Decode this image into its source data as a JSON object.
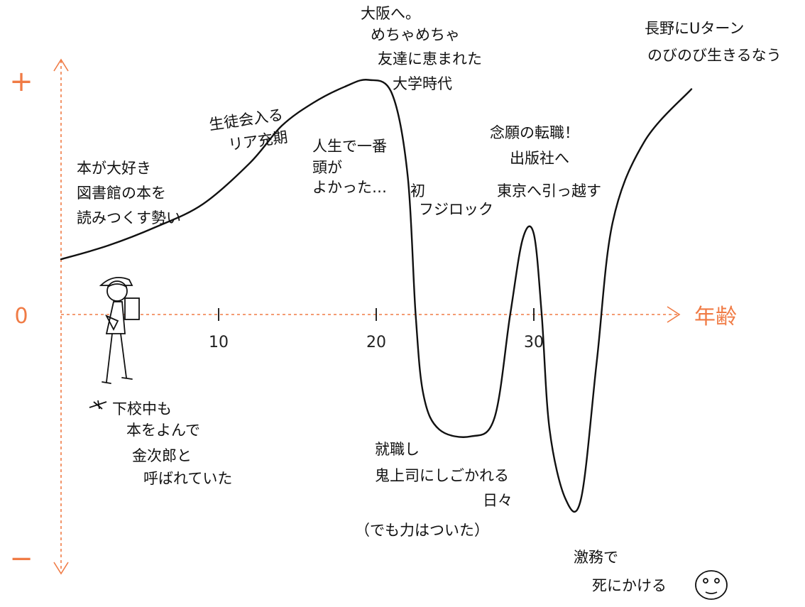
{
  "colors": {
    "axis": "#f07b45",
    "ink": "#111111"
  },
  "chart_data": {
    "type": "line",
    "xlabel": "年齢",
    "ylabel_top": "+",
    "ylabel_zero": "0",
    "ylabel_bottom": "−",
    "xlim": [
      0,
      40
    ],
    "ylim": [
      -10,
      10
    ],
    "x_ticks": [
      10,
      20,
      30
    ],
    "x_tick_labels": [
      "10",
      "20",
      "30"
    ],
    "x": [
      0,
      3,
      6,
      9,
      12,
      14,
      16,
      18,
      19.5,
      21,
      22,
      22.5,
      23,
      24,
      26,
      27.5,
      28.5,
      29.3,
      30,
      30.5,
      31,
      32,
      33,
      34,
      35,
      37,
      40
    ],
    "y": [
      2.4,
      3.0,
      3.8,
      4.8,
      6.6,
      8.2,
      9.2,
      9.9,
      10.2,
      9.6,
      6,
      0,
      -3.5,
      -5,
      -5.3,
      -4.5,
      0,
      3.3,
      3.5,
      0,
      -5,
      -8,
      -8,
      -2,
      4,
      7.5,
      9.8
    ],
    "annotations": [
      {
        "id": "childhood",
        "lines": [
          "本が大好き",
          "図書館の本を",
          "読みつくす勢い"
        ]
      },
      {
        "id": "student-council",
        "lines": [
          "生徒会入る",
          "リア充期"
        ]
      },
      {
        "id": "smart",
        "lines": [
          "人生で一番",
          "頭が",
          "よかった…"
        ]
      },
      {
        "id": "osaka",
        "lines": [
          "大阪へ。",
          "めちゃめちゃ",
          "友達に恵まれた",
          "大学時代"
        ]
      },
      {
        "id": "fuji-rock",
        "lines": [
          "初",
          "フジロック"
        ]
      },
      {
        "id": "job-change",
        "lines": [
          "念願の転職！",
          "出版社へ",
          "東京へ引っ越す"
        ]
      },
      {
        "id": "u-turn",
        "lines": [
          "長野にUターン",
          "のびのび生きるなう"
        ]
      },
      {
        "id": "school-commute",
        "lines": [
          "下校中も",
          "本をよんで",
          "金次郎と",
          "呼ばれていた"
        ]
      },
      {
        "id": "first-job",
        "lines": [
          "就職し",
          "鬼上司にしごかれる",
          "日々"
        ]
      },
      {
        "id": "first-job-note",
        "lines": [
          "（でも力はついた）"
        ]
      },
      {
        "id": "overwork",
        "lines": [
          "激務で",
          "死にかける"
        ]
      }
    ]
  }
}
